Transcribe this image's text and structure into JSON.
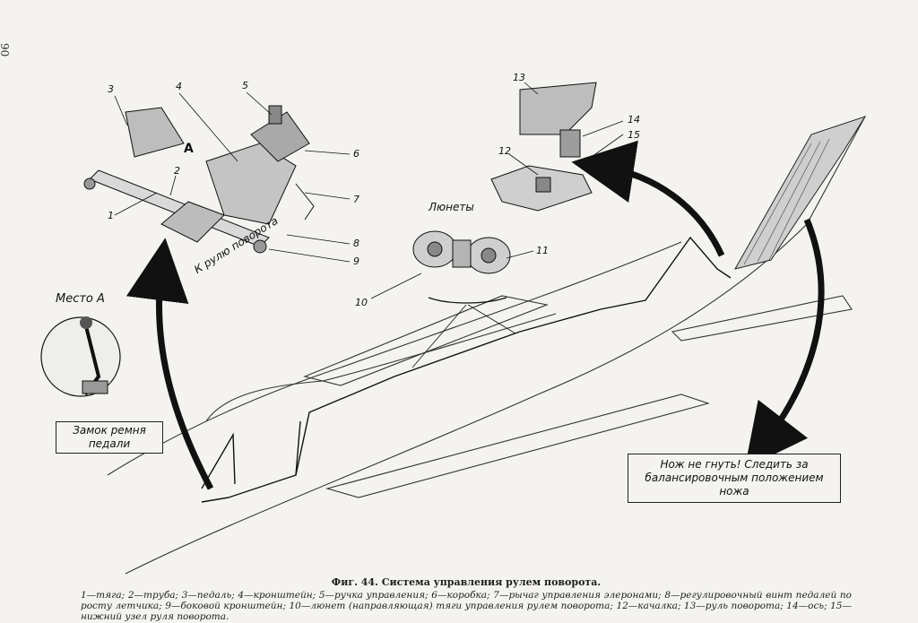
{
  "page_number": "90",
  "labels": {
    "mesto_a": "Место А",
    "zamok": "Замок ремня педали",
    "lyunety": "Люнеты",
    "k_rulyu": "К рулю поворота",
    "nozh": "Нож не гнуть! Следить за балансировочным положением ножа",
    "view_letter": "А"
  },
  "callouts": [
    "1",
    "2",
    "3",
    "4",
    "5",
    "6",
    "7",
    "8",
    "9",
    "10",
    "11",
    "12",
    "13",
    "14",
    "15"
  ],
  "caption": {
    "title": "Фиг. 44. Система управления рулем поворота.",
    "body": "1—тяга; 2—труба; 3—педаль; 4—кронштейн; 5—ручка управления; 6—коробка; 7—рычаг управления элеронами; 8—регулировочный винт педалей по росту летчика; 9—боковой кронштейн; 10—люнет (направляющая) тяги управления рулем поворота; 12—качалка; 13—руль поворота; 14—ось; 15—нижний узел руля поворота."
  }
}
